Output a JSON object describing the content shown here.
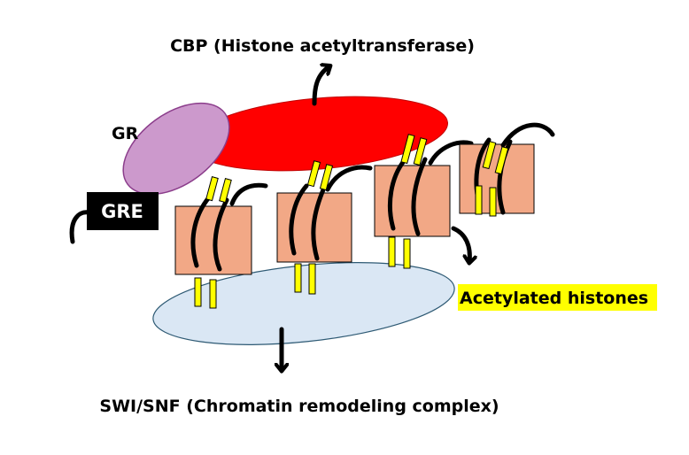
{
  "labels": {
    "cbp": "CBP (Histone acetyltransferase)",
    "gr": "GR",
    "gre": "GRE",
    "acetylated": "Acetylated histones",
    "swi_snf": "SWI/SNF (Chromatin remodeling complex)"
  },
  "colors": {
    "cbp_fill": "#ff0000",
    "gr_fill": "#cc99cc",
    "swi_fill": "#dae7f4",
    "histone_fill": "#f2a886",
    "acetyl_mark": "#ffff00",
    "gre_fill": "#000000",
    "highlight": "#ffff00"
  }
}
